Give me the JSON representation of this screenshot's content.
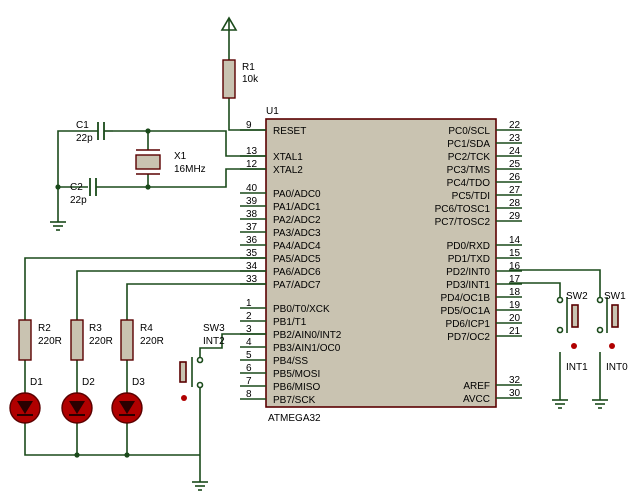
{
  "mcu": {
    "ref": "U1",
    "part": "ATMEGA32",
    "left_pins": [
      {
        "num": "9",
        "name": "RESET"
      },
      {
        "num": "13",
        "name": "XTAL1"
      },
      {
        "num": "12",
        "name": "XTAL2"
      },
      {
        "num": "40",
        "name": "PA0/ADC0"
      },
      {
        "num": "39",
        "name": "PA1/ADC1"
      },
      {
        "num": "38",
        "name": "PA2/ADC2"
      },
      {
        "num": "37",
        "name": "PA3/ADC3"
      },
      {
        "num": "36",
        "name": "PA4/ADC4"
      },
      {
        "num": "35",
        "name": "PA5/ADC5"
      },
      {
        "num": "34",
        "name": "PA6/ADC6"
      },
      {
        "num": "33",
        "name": "PA7/ADC7"
      },
      {
        "num": "1",
        "name": "PB0/T0/XCK"
      },
      {
        "num": "2",
        "name": "PB1/T1"
      },
      {
        "num": "3",
        "name": "PB2/AIN0/INT2"
      },
      {
        "num": "4",
        "name": "PB3/AIN1/OC0"
      },
      {
        "num": "5",
        "name": "PB4/SS"
      },
      {
        "num": "6",
        "name": "PB5/MOSI"
      },
      {
        "num": "7",
        "name": "PB6/MISO"
      },
      {
        "num": "8",
        "name": "PB7/SCK"
      }
    ],
    "right_pins": [
      {
        "num": "22",
        "name": "PC0/SCL"
      },
      {
        "num": "23",
        "name": "PC1/SDA"
      },
      {
        "num": "24",
        "name": "PC2/TCK"
      },
      {
        "num": "25",
        "name": "PC3/TMS"
      },
      {
        "num": "26",
        "name": "PC4/TDO"
      },
      {
        "num": "27",
        "name": "PC5/TDI"
      },
      {
        "num": "28",
        "name": "PC6/TOSC1"
      },
      {
        "num": "29",
        "name": "PC7/TOSC2"
      },
      {
        "num": "14",
        "name": "PD0/RXD"
      },
      {
        "num": "15",
        "name": "PD1/TXD"
      },
      {
        "num": "16",
        "name": "PD2/INT0"
      },
      {
        "num": "17",
        "name": "PD3/INT1"
      },
      {
        "num": "18",
        "name": "PD4/OC1B"
      },
      {
        "num": "19",
        "name": "PD5/OC1A"
      },
      {
        "num": "20",
        "name": "PD6/ICP1"
      },
      {
        "num": "21",
        "name": "PD7/OC2"
      },
      {
        "num": "32",
        "name": "AREF"
      },
      {
        "num": "30",
        "name": "AVCC"
      }
    ]
  },
  "r1": {
    "ref": "R1",
    "value": "10k"
  },
  "c1": {
    "ref": "C1",
    "value": "22p"
  },
  "c2": {
    "ref": "C2",
    "value": "22p"
  },
  "x1": {
    "ref": "X1",
    "value": "16MHz"
  },
  "r2": {
    "ref": "R2",
    "value": "220R"
  },
  "r3": {
    "ref": "R3",
    "value": "220R"
  },
  "r4": {
    "ref": "R4",
    "value": "220R"
  },
  "d1": {
    "ref": "D1"
  },
  "d2": {
    "ref": "D2"
  },
  "d3": {
    "ref": "D3"
  },
  "sw1": {
    "ref": "SW1",
    "net": "INT0"
  },
  "sw2": {
    "ref": "SW2",
    "net": "INT1"
  },
  "sw3": {
    "ref": "SW3",
    "net": "INT2"
  },
  "colors": {
    "wire": "#1a4a1a",
    "body_fill": "#c9c3b1",
    "body_stroke": "#5a0000",
    "component": "#5a0000",
    "led_fill": "#b00000",
    "net_label": "#b00000"
  }
}
